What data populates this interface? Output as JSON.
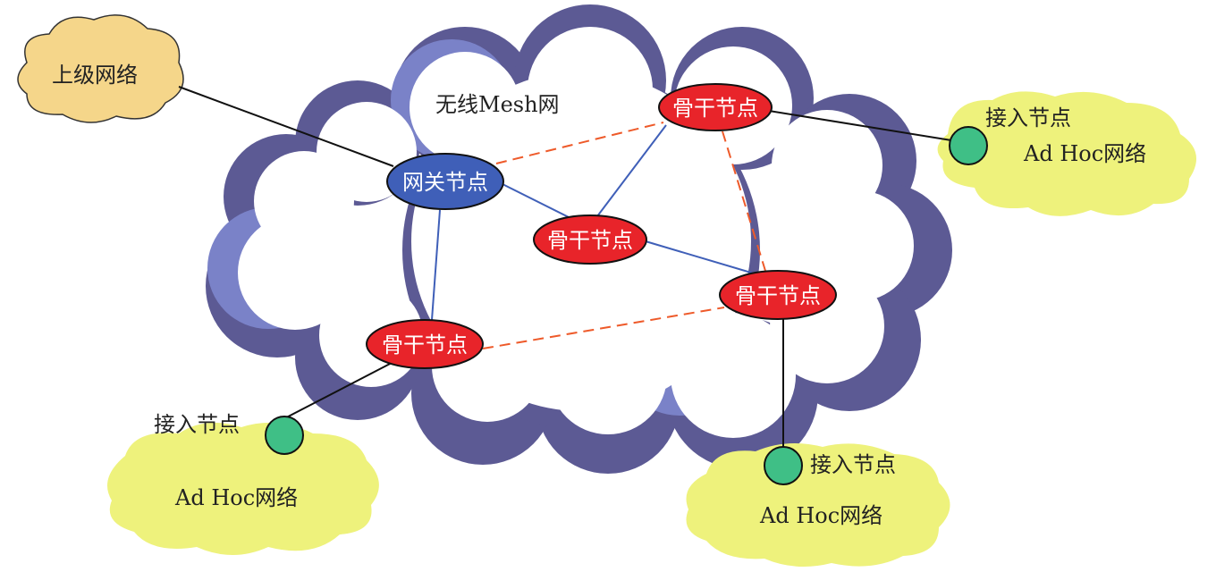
{
  "mesh_cloud": {
    "label": "无线Mesh网",
    "color": "#5c5a94",
    "inner_color": "#7a82c8"
  },
  "upper_network": {
    "label": "上级网络",
    "color": "#f5d68a"
  },
  "gateway_node": {
    "label": "网关节点",
    "color": "#3f5fb8"
  },
  "backbone_nodes": [
    {
      "label": "骨干节点"
    },
    {
      "label": "骨干节点"
    },
    {
      "label": "骨干节点"
    },
    {
      "label": "骨干节点"
    }
  ],
  "backbone_color": "#e8242a",
  "access_nodes": [
    {
      "label": "接入节点",
      "network": "Ad Hoc网络"
    },
    {
      "label": "接入节点",
      "network": "Ad Hoc网络"
    },
    {
      "label": "接入节点",
      "network": "Ad Hoc网络"
    }
  ],
  "access_color": "#3fbf86",
  "adhoc_color": "#eef27c",
  "link_colors": {
    "wired": "#111111",
    "mesh": "#3f5fb8",
    "wireless_backbone": "#ee5a2a"
  }
}
